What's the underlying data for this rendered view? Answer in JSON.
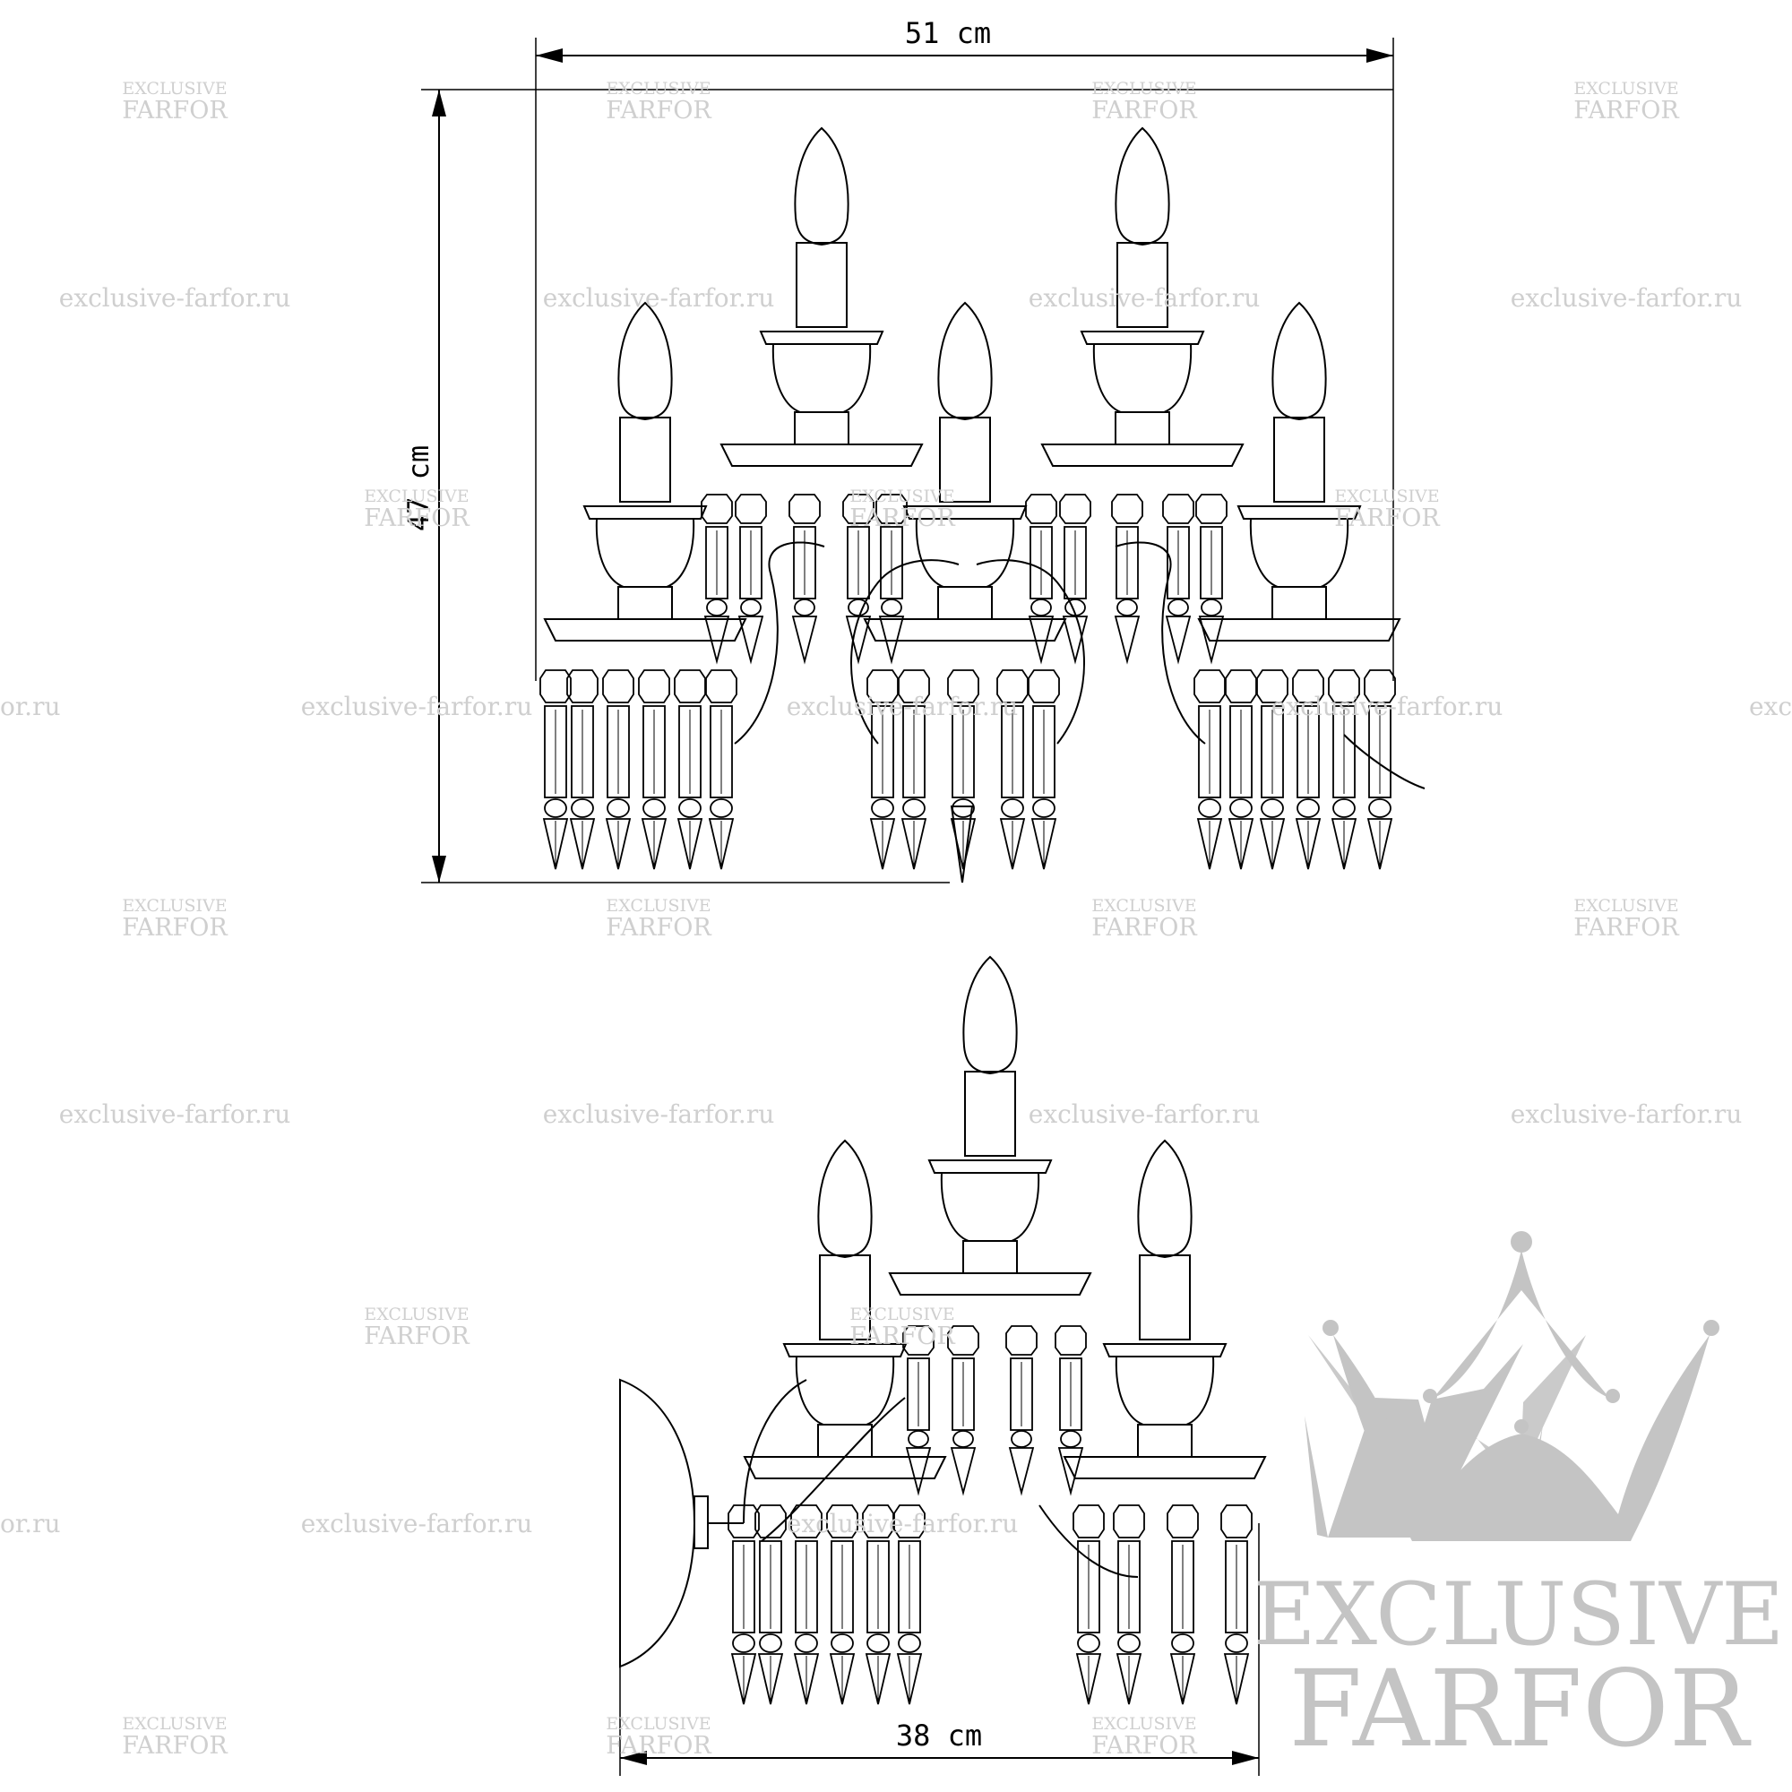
{
  "dimensions": {
    "width": "51 cm",
    "height": "47 cm",
    "depth": "38 cm"
  },
  "watermarks": {
    "small_line1": "EXCLUSIVE",
    "small_line2": "FARFOR",
    "url": "exclusive-farfor.ru",
    "url_partial_left": "or.ru",
    "url_partial_right": "exc"
  },
  "brand": {
    "line1": "EXCLUSIVE",
    "line2": "FARFOR",
    "color": "#c4c4c4"
  },
  "icons": {
    "brand_logo": "crown-icon"
  },
  "colors": {
    "line": "#000000",
    "watermark": "#cfcfcf",
    "background": "#ffffff"
  }
}
